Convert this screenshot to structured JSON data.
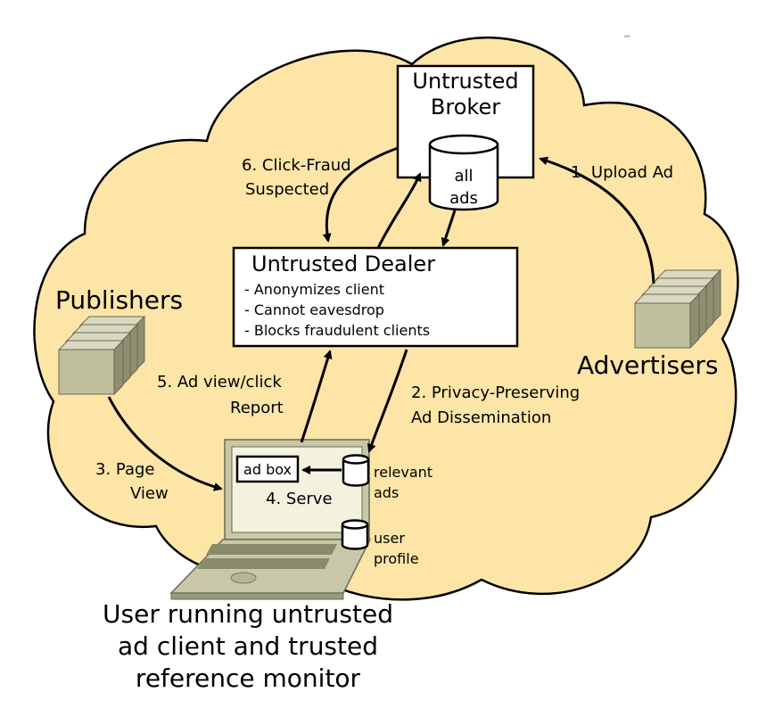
{
  "broker": {
    "title_line1": "Untrusted",
    "title_line2": "Broker",
    "db_line1": "all",
    "db_line2": "ads"
  },
  "dealer": {
    "title": "Untrusted Dealer",
    "bullets": [
      "- Anonymizes client",
      "- Cannot eavesdrop",
      "- Blocks fraudulent clients"
    ]
  },
  "publishers": {
    "label": "Publishers"
  },
  "advertisers": {
    "label": "Advertisers"
  },
  "steps": {
    "upload_ad": "1. Upload Ad",
    "dissemination_line1": "2. Privacy-Preserving",
    "dissemination_line2": "Ad Dissemination",
    "page_view_line1": "3. Page",
    "page_view_line2": "View",
    "serve": "4. Serve",
    "report_line1": "5. Ad view/click",
    "report_line2": "Report",
    "fraud_line1": "6. Click-Fraud",
    "fraud_line2": "Suspected"
  },
  "laptop": {
    "ad_box": "ad box",
    "relevant_line1": "relevant",
    "relevant_line2": "ads",
    "profile_line1": "user",
    "profile_line2": "profile"
  },
  "caption": {
    "line1": "User running untrusted",
    "line2": "ad client and trusted",
    "line3": "reference monitor"
  },
  "tiny_mark": "ses",
  "colors": {
    "cloud_fill": "#fde5a8",
    "server_front": "#bfbf9c",
    "server_side": "#8f8f6f",
    "server_top": "#d9d9c1",
    "laptop_body": "#c8c8a8",
    "screen_bg": "#f2f2df"
  }
}
